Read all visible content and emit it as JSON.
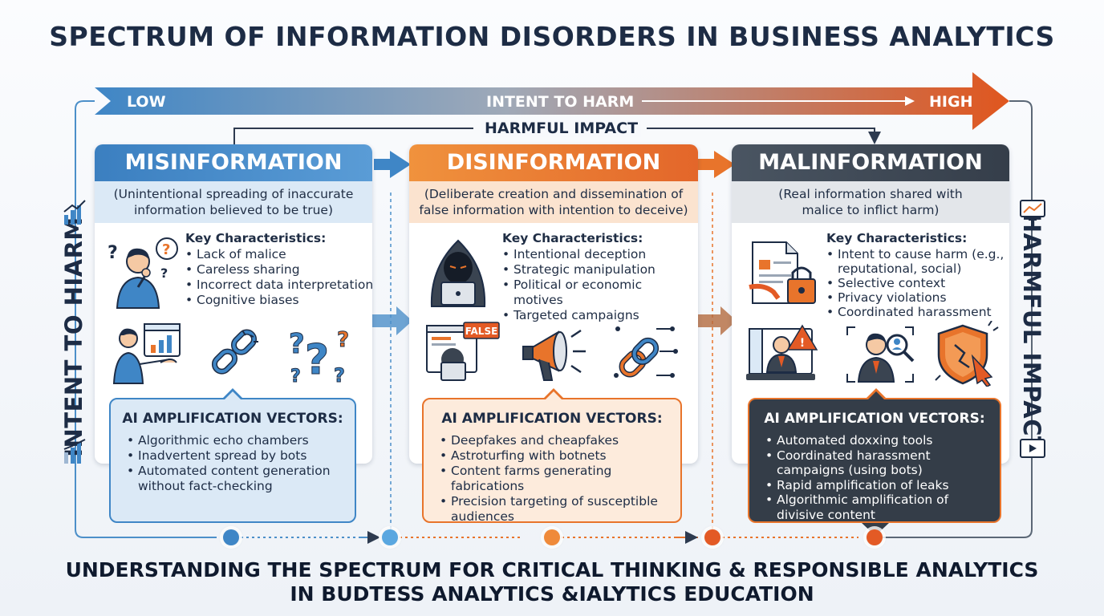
{
  "title": "SPECTRUM OF INFORMATION DISORDERS IN BUSINESS ANALYTICS",
  "top_arrow": {
    "low": "LOW",
    "center": "INTENT TO HARM",
    "high": "HIGH"
  },
  "impact_label": "HARMFUL IMPACT",
  "left_side_label": "INTENT TO HIARM",
  "right_side_label": "HARMFUL IMPACT",
  "colors": {
    "blue": "#3f86c6",
    "orange": "#e8742b",
    "dark": "#3a4451",
    "navy": "#1d2c45"
  },
  "columns": [
    {
      "id": "misinformation",
      "title": "MISINFORMATION",
      "definition_1": "(Unintentional spreading of inaccurate",
      "definition_2": "information believed to be true)",
      "kc_title": "Key Characteristics:",
      "characteristics": [
        "Lack of malice",
        "Careless sharing",
        "Incorrect data interpretation",
        "Cognitive biases"
      ],
      "icons": [
        "confused-person-icon",
        "analyst-presenting-icon",
        "broken-link-icon",
        "question-marks-icon"
      ],
      "ai_title": "AI AMPLIFICATION VECTORS:",
      "ai_vectors": [
        "Algorithmic echo chambers",
        "Inadvertent spread by bots",
        "Automated content generation without fact-checking"
      ]
    },
    {
      "id": "disinformation",
      "title": "DISINFORMATION",
      "definition_1": "(Deliberate creation and dissemination of",
      "definition_2": "false information with intention to deceive)",
      "kc_title": "Key Characteristics:",
      "characteristics": [
        "Intentional deception",
        "Strategic manipulation",
        "Political or economic motives",
        "Targeted campaigns"
      ],
      "false_badge": "FALSE",
      "icons": [
        "hooded-hacker-icon",
        "fake-news-screen-icon",
        "megaphone-icon",
        "network-links-icon"
      ],
      "ai_title": "AI AMPLIFICATION VECTORS:",
      "ai_vectors": [
        "Deepfakes and cheapfakes",
        "Astroturfing with botnets",
        "Content farms generating fabrications",
        "Precision targeting of susceptible audiences"
      ]
    },
    {
      "id": "malinformation",
      "title": "MALINFORMATION",
      "definition_1": "(Real information shared with",
      "definition_2": "malice to inflict harm)",
      "kc_title": "Key Characteristics:",
      "characteristics": [
        "Intent to cause harm (e.g., reputational, social)",
        "Selective context",
        "Privacy violations",
        "Coordinated harassment"
      ],
      "icons": [
        "locked-document-icon",
        "warning-monitor-icon",
        "magnified-person-icon",
        "broken-shield-icon"
      ],
      "ai_title": "AI AMPLIFICATION VECTORS:",
      "ai_vectors": [
        "Automated doxxing tools",
        "Coordinated harassment campaigns (using bots)",
        "Rapid amplification of leaks",
        "Algorithmic amplification of divisive content"
      ]
    }
  ],
  "footer_line1": "UNDERSTANDING THE SPECTRUM FOR CRITICAL THINKING & RESPONSIBLE ANALYTICS",
  "footer_line2": "IN BUDTESS ANALYTICS &IALYTICS EDUCATION"
}
